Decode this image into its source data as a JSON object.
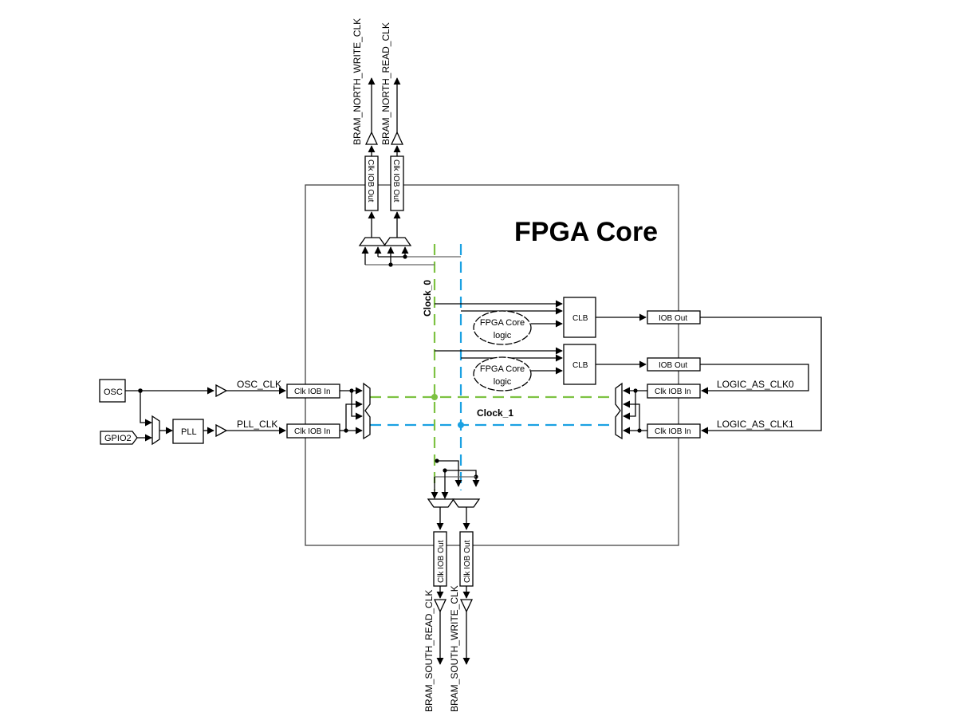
{
  "diagram": {
    "title": "FPGA Core",
    "colors": {
      "clock_0": "#7dc242",
      "clock_1": "#1ba1e2",
      "line": "#000000",
      "frame": "#444444"
    },
    "sources": {
      "osc": "OSC",
      "gpio": "GPIO2",
      "pll": "PLL"
    },
    "signals": {
      "osc_clk": "OSC_CLK",
      "pll_clk": "PLL_CLK",
      "logic_as_clk0": "LOGIC_AS_CLK0",
      "logic_as_clk1": "LOGIC_AS_CLK1",
      "bram_north_write": "BRAM_NORTH_WRITE_CLK",
      "bram_north_read": "BRAM_NORTH_READ_CLK",
      "bram_south_read": "BRAM_SOUTH_READ_CLK",
      "bram_south_write": "BRAM_SOUTH_WRITE_CLK"
    },
    "clocks": {
      "clock_0": "Clock_0",
      "clock_1": "Clock_1"
    },
    "blocks": {
      "clk_iob_in": "Clk IOB In",
      "clk_iob_out": "Clk IOB Out",
      "iob_out": "IOB Out",
      "clb": "CLB",
      "core_logic_line1": "FPGA Core",
      "core_logic_line2": "logic"
    }
  }
}
